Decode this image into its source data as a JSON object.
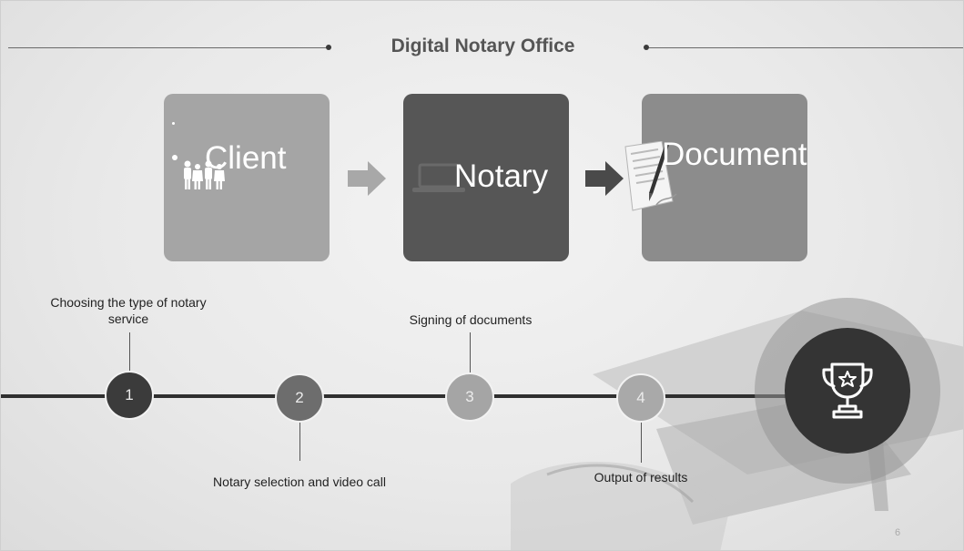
{
  "title": "Digital Notary Office",
  "boxes": [
    {
      "label": "Client",
      "color": "#a5a5a5",
      "icon": "family-icon"
    },
    {
      "label": "Notary",
      "color": "#565656",
      "icon": "laptop-icon"
    },
    {
      "label": "Document",
      "color": "#8c8c8c",
      "icon": "document-pen-icon"
    }
  ],
  "steps": [
    {
      "number": "1",
      "caption": "Choosing the type of notary service",
      "color": "#3b3b3b"
    },
    {
      "number": "2",
      "caption": "Notary selection and video call",
      "color": "#6d6d6d"
    },
    {
      "number": "3",
      "caption": "Signing of documents",
      "color": "#a5a5a5"
    },
    {
      "number": "4",
      "caption": "Output of results",
      "color": "#a9a9a9"
    }
  ],
  "goal_icon": "trophy-icon",
  "page_number": "6"
}
